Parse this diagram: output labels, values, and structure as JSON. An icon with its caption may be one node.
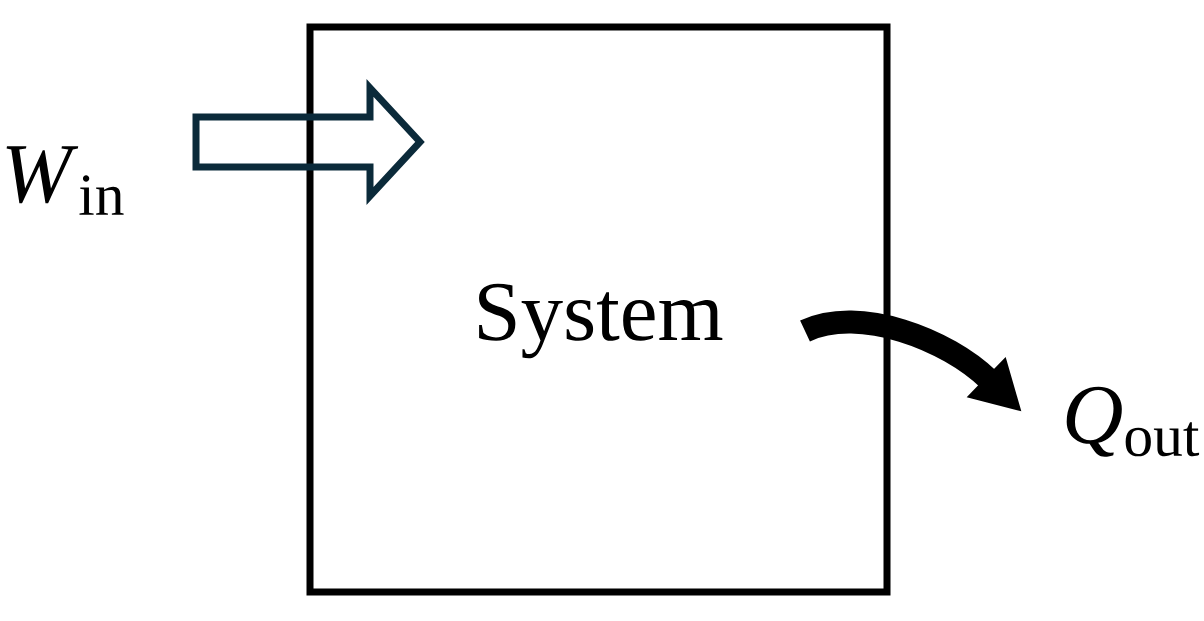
{
  "diagram": {
    "nodes": [
      {
        "text": [
          "System"
        ]
      },
      {
        "text": [
          "*W*$_{in}$"
        ]
      },
      {
        "text": [
          "*Q*$_{out}$"
        ]
      }
    ],
    "edges": [
      {
        "from": 1,
        "to": 0,
        "arrow": "to",
        "color": "#0b2a3a"
      },
      {
        "from": 0,
        "to": 2,
        "arrow": "to"
      }
    ]
  }
}
